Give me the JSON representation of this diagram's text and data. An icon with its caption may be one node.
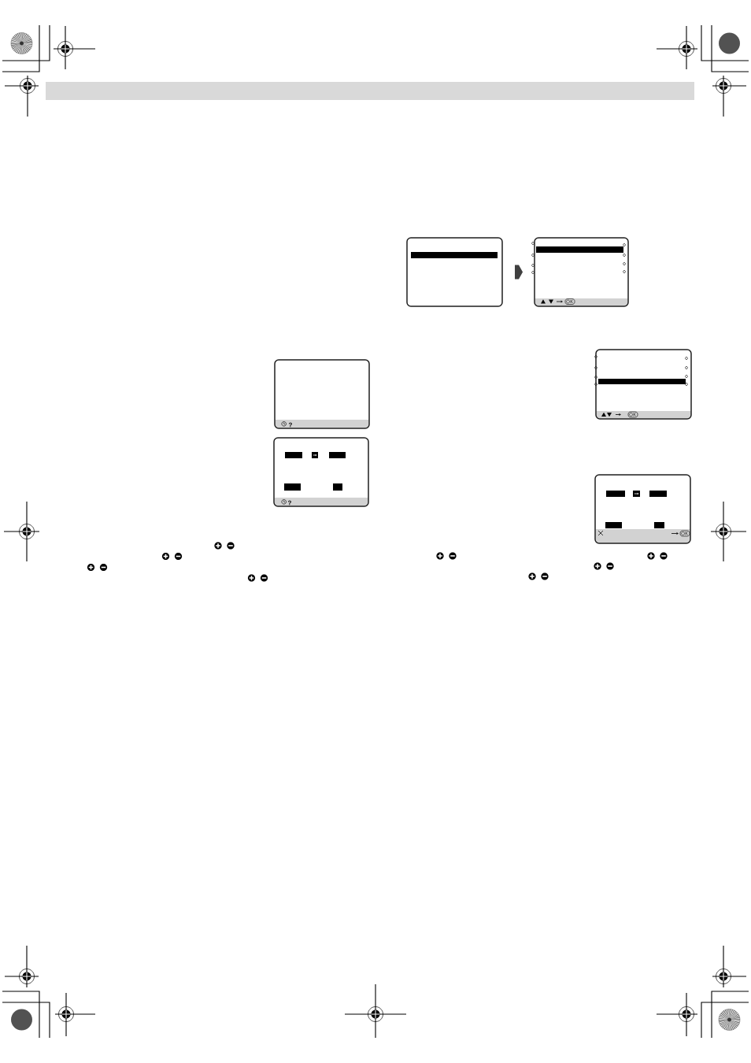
{
  "diagram": {
    "nodes": [
      {
        "text": [
          "?"
        ]
      },
      {
        "text": [
          "?"
        ]
      },
      {
        "text": [],
        "shape": "box"
      },
      {
        "text": [],
        "shape": "box"
      },
      {
        "text": [],
        "shape": "box"
      },
      {
        "text": [],
        "shape": "box"
      }
    ],
    "edges": [
      {
        "from": 2,
        "to": 3,
        "arrow": "to"
      }
    ]
  }
}
